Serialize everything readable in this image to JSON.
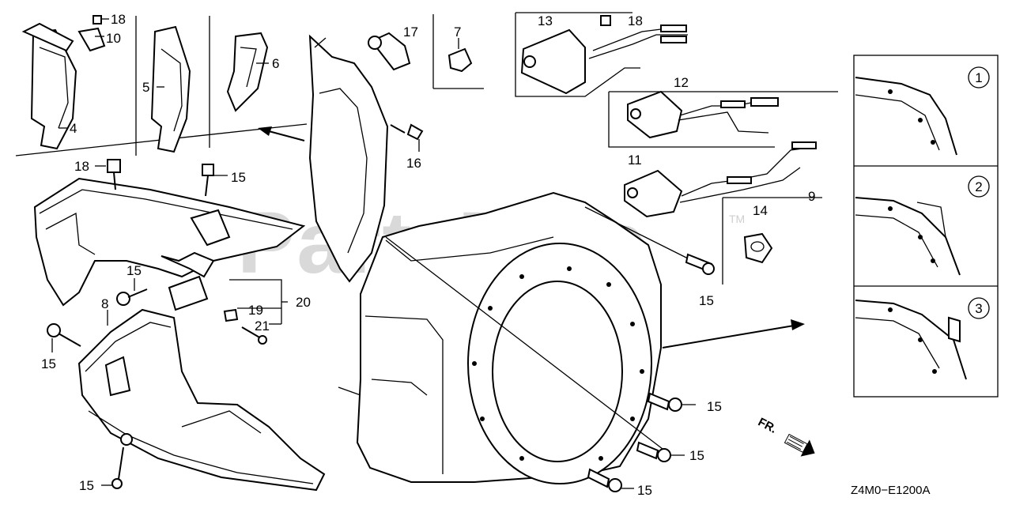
{
  "watermark": "PartsTree",
  "trademark": "TM",
  "diagram_code": "Z4M0−E1200A",
  "front_marker": "FR.",
  "part_numbers": [
    "18",
    "10",
    "4",
    "5",
    "6",
    "17",
    "7",
    "13",
    "18",
    "12",
    "16",
    "18",
    "15",
    "15",
    "11",
    "9",
    "14",
    "15",
    "8",
    "15",
    "19",
    "20",
    "21",
    "15",
    "15",
    "15",
    "15",
    "15"
  ],
  "variants": [
    "1",
    "2",
    "3"
  ]
}
